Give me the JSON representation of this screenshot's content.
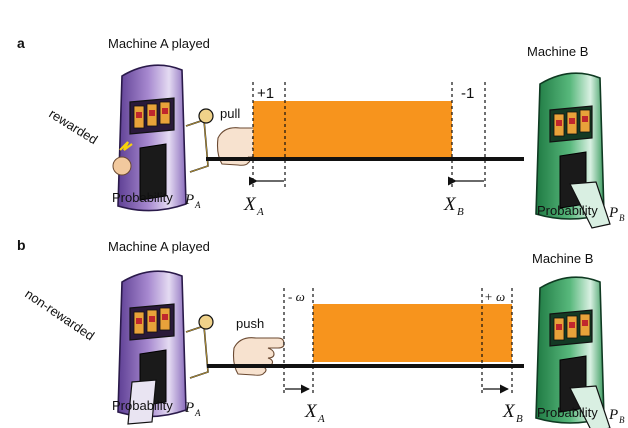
{
  "figure": {
    "panel_a": {
      "label": "a",
      "played_caption": "Machine A played",
      "machine_b_caption": "Machine B",
      "outcome_label": "rewarded",
      "action_label": "pull",
      "left_delta": "+1",
      "right_delta": "-1",
      "xa_var": "X",
      "xa_sub": "A",
      "xb_var": "X",
      "xb_sub": "B",
      "prob_a_text": "Probability ",
      "prob_a_var": "P",
      "prob_a_sub": "A",
      "prob_b_text": "Probability ",
      "prob_b_var": "P",
      "prob_b_sub": "B"
    },
    "panel_b": {
      "label": "b",
      "played_caption": "Machine A played",
      "machine_b_caption": "Machine B",
      "outcome_label": "non-rewarded",
      "action_label": "push",
      "left_delta": "- ω",
      "right_delta": "+ ω",
      "xa_var": "X",
      "xa_sub": "A",
      "xb_var": "X",
      "xb_sub": "B",
      "prob_a_text": "Probability ",
      "prob_a_var": "P",
      "prob_a_sub": "A",
      "prob_b_text": "Probability ",
      "prob_b_var": "P",
      "prob_b_sub": "B"
    }
  },
  "colors": {
    "bar": "#f7941d",
    "machine_a": "#a88ad0",
    "machine_b": "#45a86b",
    "baseline": "#111111"
  }
}
